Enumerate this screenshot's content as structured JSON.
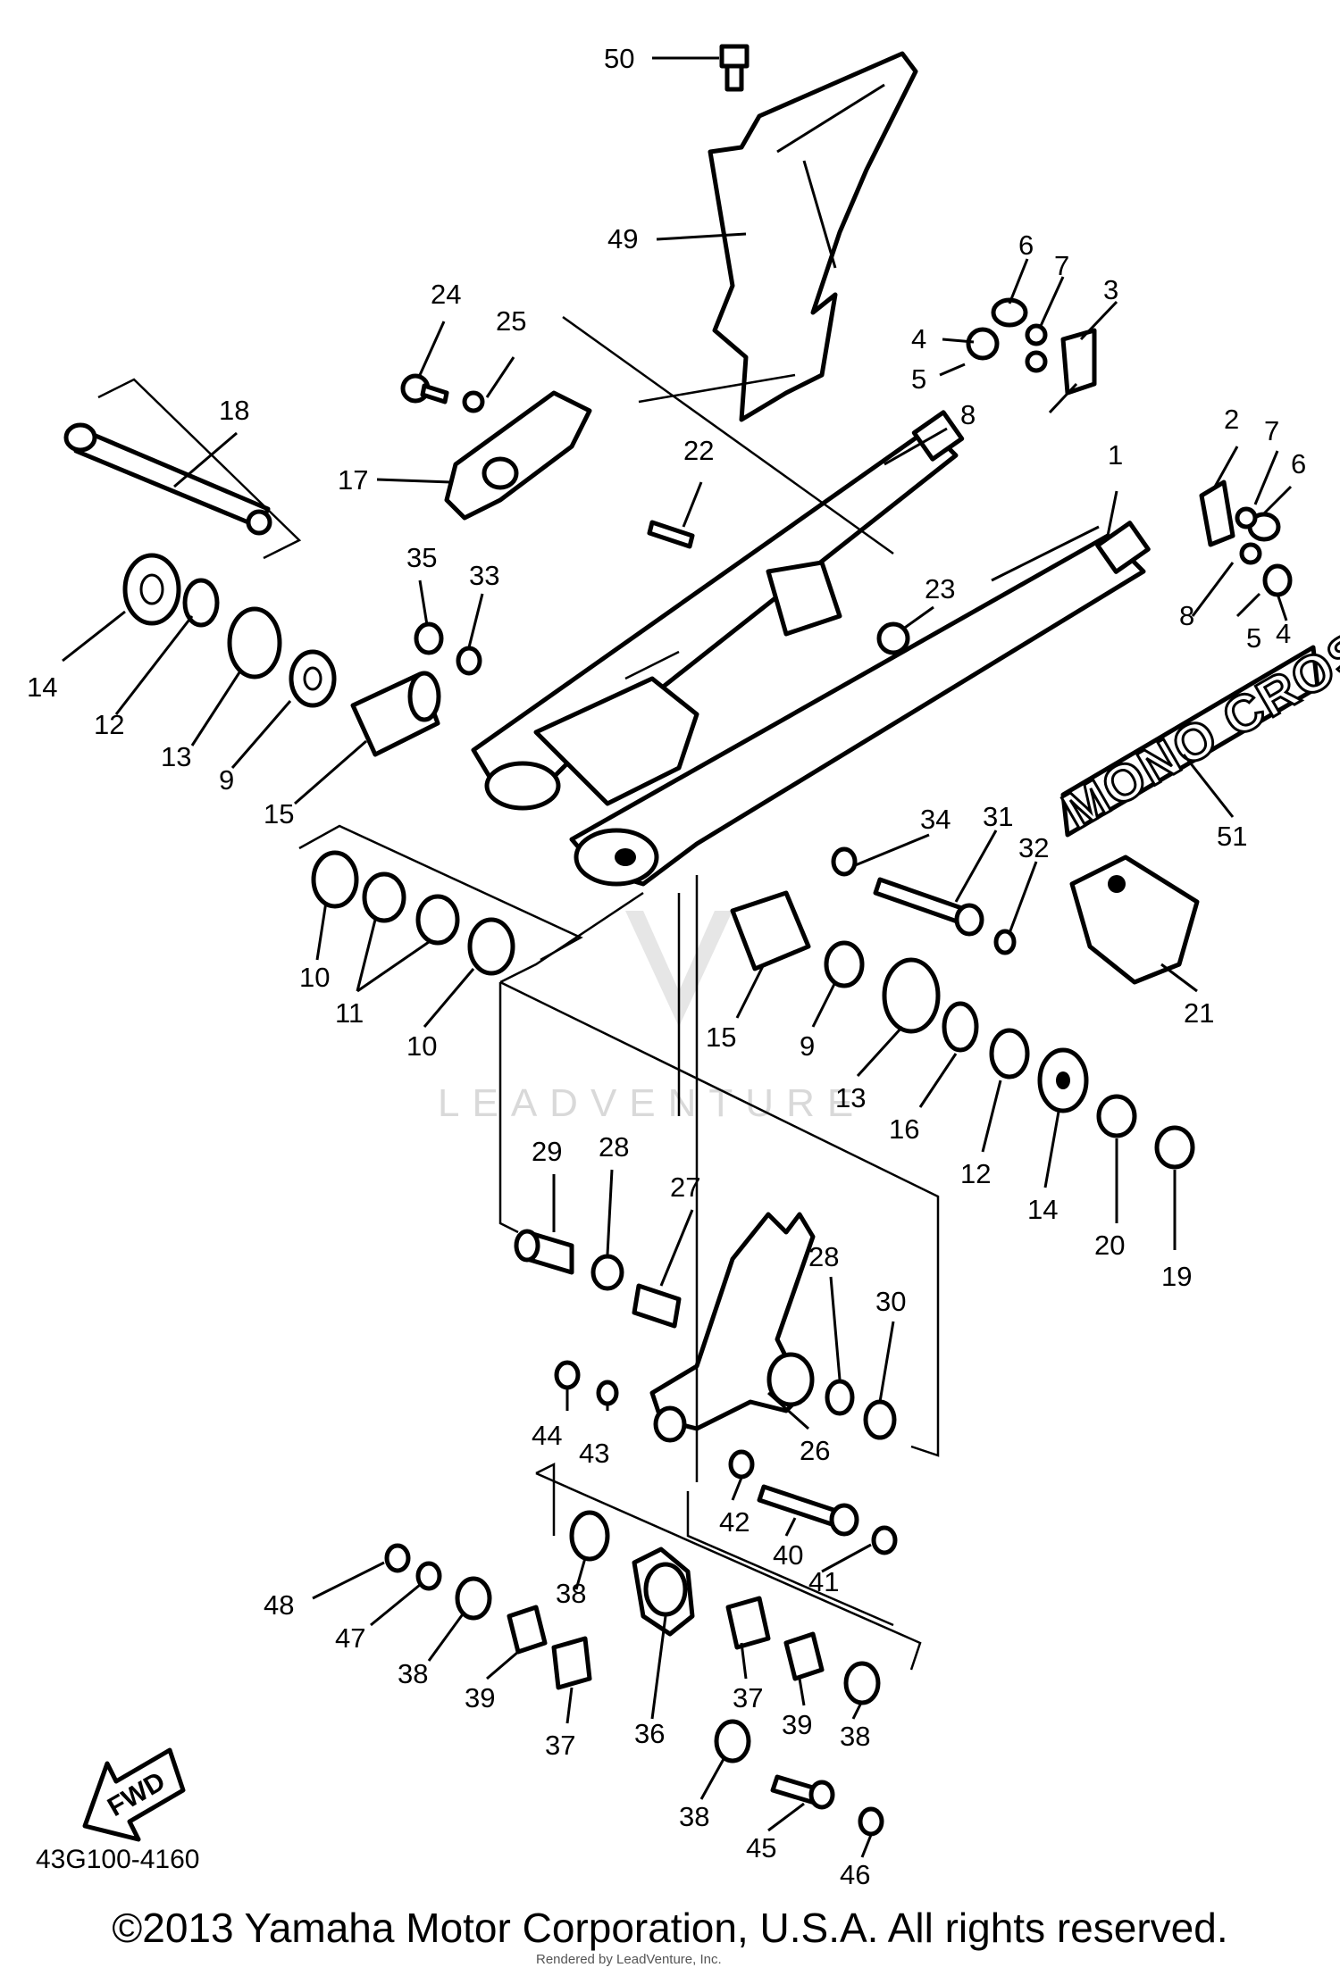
{
  "diagram": {
    "part_code": "43G100-4160",
    "decal_text": "MONO CROSS",
    "fwd_label": "FWD",
    "watermark_text": "LEADVENTURE",
    "callouts": [
      "50",
      "49",
      "6",
      "7",
      "3",
      "4",
      "5",
      "8",
      "24",
      "25",
      "18",
      "17",
      "22",
      "1",
      "2",
      "7",
      "6",
      "35",
      "33",
      "23",
      "8",
      "5",
      "4",
      "14",
      "12",
      "13",
      "9",
      "15",
      "51",
      "34",
      "31",
      "32",
      "10",
      "11",
      "10",
      "15",
      "9",
      "13",
      "16",
      "12",
      "14",
      "20",
      "19",
      "21",
      "29",
      "28",
      "27",
      "28",
      "30",
      "44",
      "43",
      "26",
      "42",
      "40",
      "41",
      "48",
      "38",
      "47",
      "38",
      "39",
      "37",
      "36",
      "37",
      "39",
      "38",
      "38",
      "45",
      "46"
    ]
  },
  "footer": {
    "copyright": "©2013 Yamaha Motor Corporation, U.S.A. All rights reserved.",
    "rendered_by": "Rendered by LeadVenture, Inc."
  }
}
